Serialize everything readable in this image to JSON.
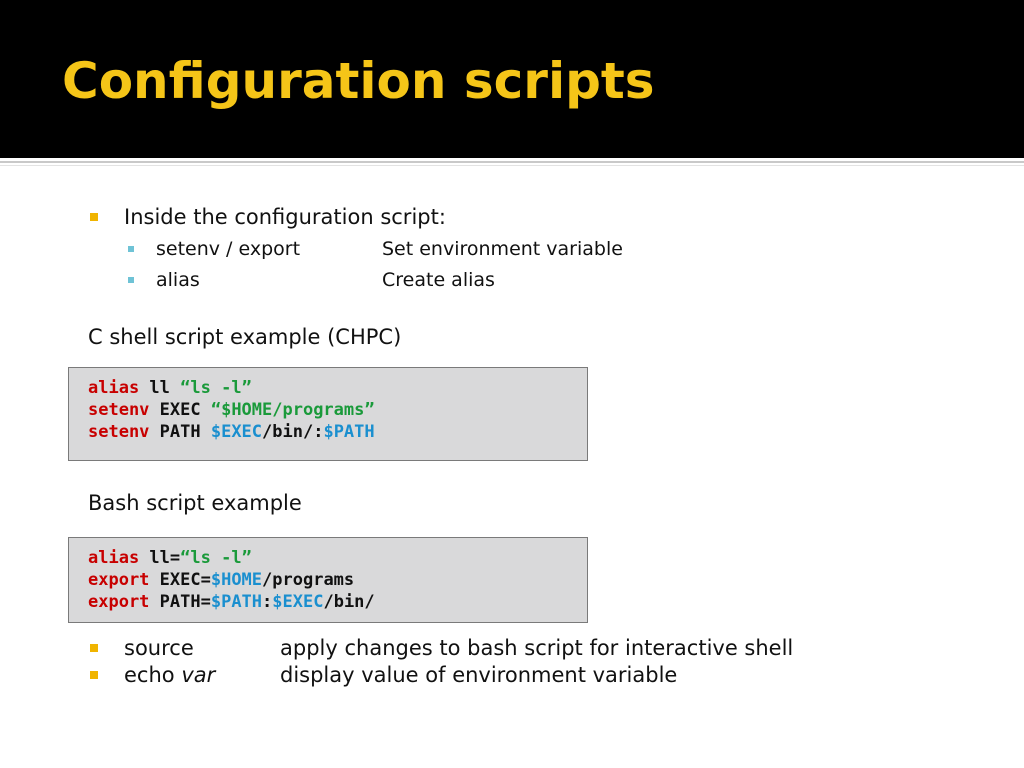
{
  "slide": {
    "title": "Configuration scripts",
    "intro": {
      "text": "Inside the configuration script:",
      "items": [
        {
          "command": "setenv / export",
          "description": "Set environment variable"
        },
        {
          "command": "alias",
          "description": "Create alias"
        }
      ]
    },
    "csh": {
      "heading": "C shell script example (CHPC)",
      "lines": [
        [
          "alias",
          " ll ",
          "“ls -l”"
        ],
        [
          "setenv",
          " EXEC ",
          "“$HOME/programs”"
        ],
        [
          "setenv",
          " PATH ",
          "$EXEC",
          "/bin/:",
          "$PATH"
        ]
      ]
    },
    "bash": {
      "heading": "Bash script example",
      "lines": [
        [
          "alias",
          " ll=",
          "“ls -l”"
        ],
        [
          "export",
          " EXEC=",
          "$HOME",
          "/programs"
        ],
        [
          "export",
          " PATH=",
          "$PATH",
          ":",
          "$EXEC",
          "/bin/"
        ]
      ]
    },
    "commands": [
      {
        "command": "source",
        "description": "apply changes to bash script for interactive shell"
      },
      {
        "command": "echo ",
        "command_italic": "var",
        "description": "display value of environment variable"
      }
    ],
    "colors": {
      "title": "#f5c518",
      "keyword": "#c80000",
      "string": "#1a9a3a",
      "variable": "#1a8fcf",
      "bullet": "#f0b400",
      "sub_bullet": "#6fc3d6",
      "code_background": "#d9d9da"
    }
  }
}
